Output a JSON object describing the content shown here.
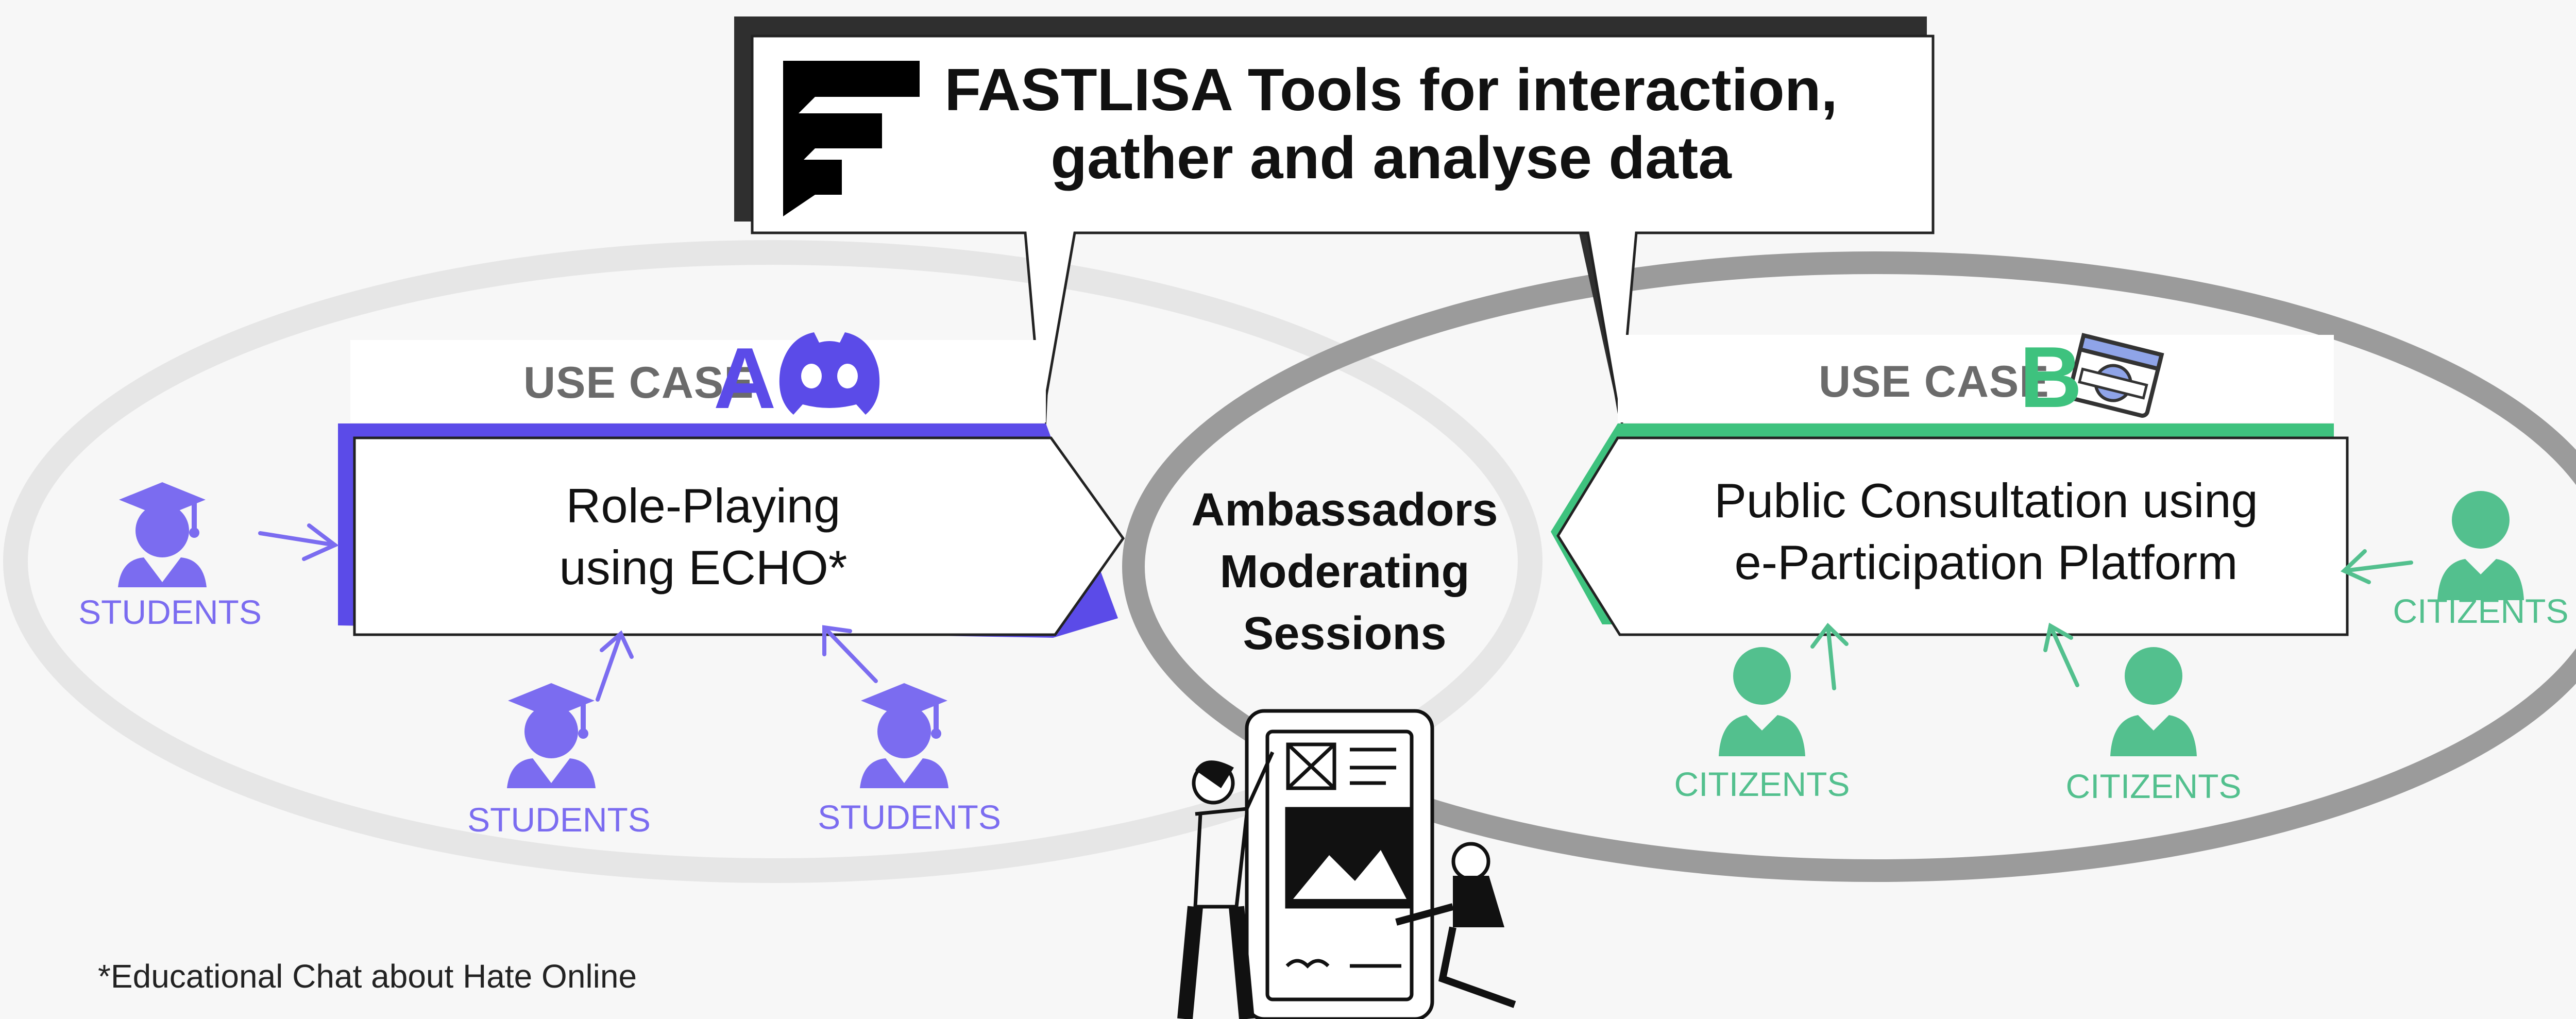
{
  "title": {
    "line1": "FASTLISA Tools for interaction,",
    "line2": "gather and analyse data",
    "logo_icon": "fastlisa-logo-icon"
  },
  "use_case_a": {
    "label": "USE CASE",
    "letter": "A",
    "icon": "discord-icon",
    "box_line1": "Role-Playing",
    "box_line2": "using ECHO*",
    "color": "#5b4be8"
  },
  "use_case_b": {
    "label": "USE CASE",
    "letter": "B",
    "icon": "www-browser-icon",
    "box_line1": "Public Consultation using",
    "box_line2": "e-Participation Platform",
    "color": "#3ec27e"
  },
  "center": {
    "line1": "Ambassadors",
    "line2": "Moderating",
    "line3": "Sessions",
    "illustration": "people-with-tablet-illustration"
  },
  "students": {
    "label": "STUDENTS",
    "color": "#7b6cf0",
    "icon": "graduate-icon"
  },
  "citizens": {
    "label": "CITIZENTS",
    "color": "#53c08e",
    "icon": "person-icon"
  },
  "footnote": "*Educational Chat about Hate Online"
}
